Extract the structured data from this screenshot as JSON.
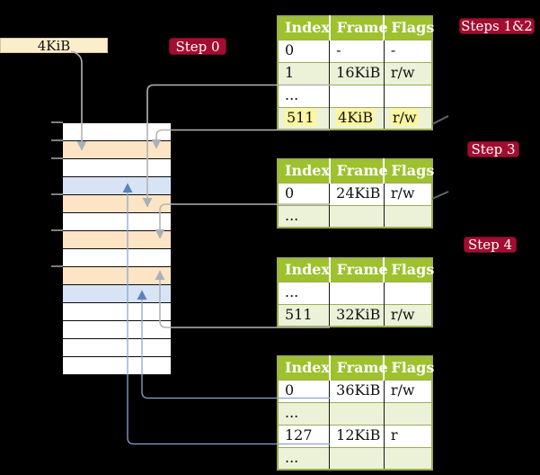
{
  "frame_size_box": {
    "label": "4KiB"
  },
  "step_badges": {
    "step0": "Step 0",
    "steps12": "Steps 1&2",
    "step3": "Step 3",
    "step4": "Step 4"
  },
  "page_tables": [
    {
      "id": "level4-table",
      "headers": [
        "Index",
        "Frame",
        "Flags"
      ],
      "rows": [
        {
          "index": "0",
          "frame": "-",
          "flags": "-",
          "shaded": false,
          "highlighted": false
        },
        {
          "index": "1",
          "frame": "16KiB",
          "flags": "r/w",
          "shaded": true,
          "highlighted": false
        },
        {
          "index": "...",
          "frame": "",
          "flags": "",
          "shaded": false,
          "highlighted": false
        },
        {
          "index": "511",
          "frame": "4KiB",
          "flags": "r/w",
          "shaded": true,
          "highlighted": true
        }
      ]
    },
    {
      "id": "level3-table",
      "headers": [
        "Index",
        "Frame",
        "Flags"
      ],
      "rows": [
        {
          "index": "0",
          "frame": "24KiB",
          "flags": "r/w",
          "shaded": false,
          "highlighted": false
        },
        {
          "index": "...",
          "frame": "",
          "flags": "",
          "shaded": true,
          "highlighted": false
        }
      ]
    },
    {
      "id": "level2-table",
      "headers": [
        "Index",
        "Frame",
        "Flags"
      ],
      "rows": [
        {
          "index": "...",
          "frame": "",
          "flags": "",
          "shaded": false,
          "highlighted": false
        },
        {
          "index": "511",
          "frame": "32KiB",
          "flags": "r/w",
          "shaded": true,
          "highlighted": false
        }
      ]
    },
    {
      "id": "level1-table",
      "headers": [
        "Index",
        "Frame",
        "Flags"
      ],
      "rows": [
        {
          "index": "0",
          "frame": "36KiB",
          "flags": "r/w",
          "shaded": false,
          "highlighted": false
        },
        {
          "index": "...",
          "frame": "",
          "flags": "",
          "shaded": true,
          "highlighted": false
        },
        {
          "index": "127",
          "frame": "12KiB",
          "flags": "r",
          "shaded": false,
          "highlighted": false
        },
        {
          "index": "...",
          "frame": "",
          "flags": "",
          "shaded": true,
          "highlighted": false
        }
      ]
    }
  ],
  "memory_column": {
    "frames": [
      {
        "kind": "free"
      },
      {
        "kind": "page-table"
      },
      {
        "kind": "free"
      },
      {
        "kind": "mapped"
      },
      {
        "kind": "page-table"
      },
      {
        "kind": "free"
      },
      {
        "kind": "page-table"
      },
      {
        "kind": "free"
      },
      {
        "kind": "page-table"
      },
      {
        "kind": "mapped"
      },
      {
        "kind": "free"
      },
      {
        "kind": "free"
      },
      {
        "kind": "free"
      },
      {
        "kind": "free"
      }
    ],
    "tick_rows": [
      0,
      1,
      2,
      4,
      6,
      8
    ]
  },
  "colors": {
    "header_green": "#9dc22e",
    "row_light_green": "#ebf2d7",
    "table_border_olive": "#9fab55",
    "badge_red": "#a40d30",
    "frame_page_table": "#fce4c5",
    "frame_mapped": "#d8e4f5",
    "frame_free": "#ffffff",
    "frame_size_box_bg": "#fbeecb",
    "highlight_yellow": "#fcf6a0",
    "arrow_gray": "#b4b4b4",
    "arrow_gray_head": "#a9b1ba",
    "arrow_blue": "#8ba6d0",
    "arrow_blue_head": "#5b82ba"
  }
}
